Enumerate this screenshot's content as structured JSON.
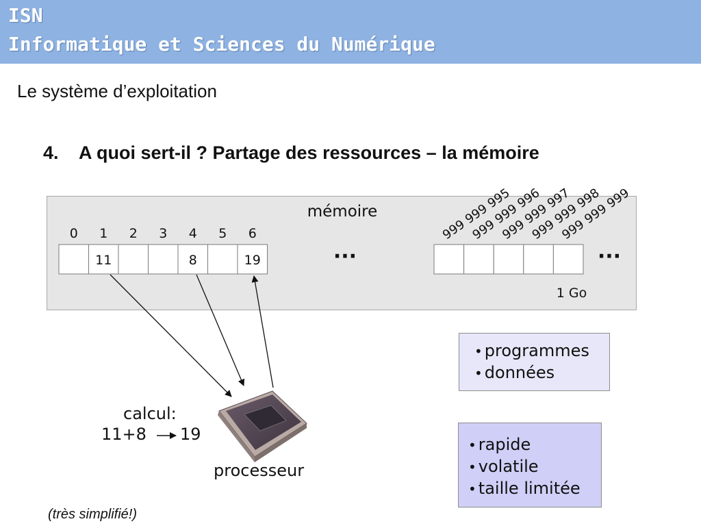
{
  "header": {
    "line1": "ISN",
    "line2": "Informatique et Sciences du Numérique",
    "background": "#8eb2e1"
  },
  "subtitle": "Le système d’exploitation",
  "section": {
    "number": "4.",
    "title": "A quoi sert-il ? Partage des ressources – la mémoire"
  },
  "memory": {
    "label": "mémoire",
    "low_addresses": [
      "0",
      "1",
      "2",
      "3",
      "4",
      "5",
      "6"
    ],
    "low_values": [
      "",
      "11",
      "",
      "",
      "8",
      "",
      "19"
    ],
    "high_addresses": [
      "999 999 995",
      "999 999 996",
      "999 999 997",
      "999 999 998",
      "999 999 999"
    ],
    "ellipsis": "···",
    "size_label": "1 Go"
  },
  "processor": {
    "calc_label": "calcul:",
    "calc_expression": "11+8",
    "calc_result": "19",
    "label": "processeur"
  },
  "content_box": {
    "items": [
      "programmes",
      "données"
    ],
    "color": "#e7e7f9"
  },
  "properties_box": {
    "items": [
      "rapide",
      "volatile",
      "taille limitée"
    ],
    "color": "#cfcff7"
  },
  "note": "(très simplifié!)"
}
